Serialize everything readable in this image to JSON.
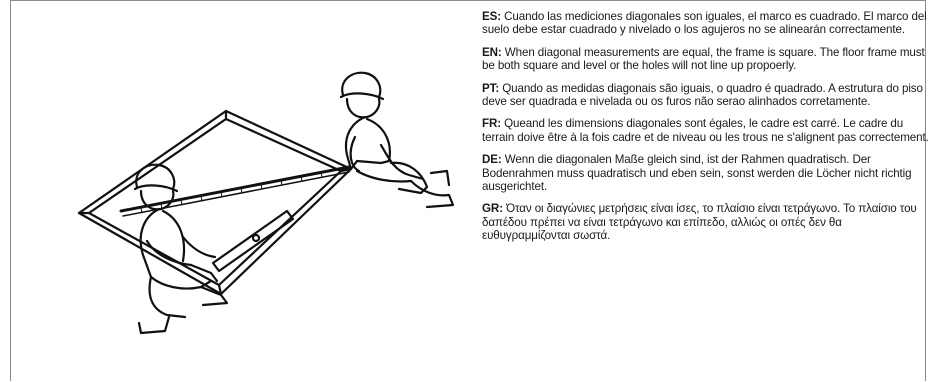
{
  "instructions": [
    {
      "code": "ES:",
      "text": "Cuando las mediciones diagonales son iguales, el marco es cuadrado. El marco del suelo debe estar cuadrado y nivelado o los agujeros no se alinearán correctamente."
    },
    {
      "code": "EN:",
      "text": "When diagonal measurements are equal, the frame is square. The floor frame must be both square and level or the holes will not line up propoerly."
    },
    {
      "code": "PT:",
      "text": "Quando as medidas diagonais são iguais, o quadro é quadrado. A estrutura do piso deve ser quadrada e nivelada ou os furos não serao alinhados corretamente."
    },
    {
      "code": "FR:",
      "text": "Queand les dimensions diagonales sont égales, le cadre est carré. Le cadre du terrain doive être à la fois cadre et de niveau ou les trous ne s'alignent pas correctement."
    },
    {
      "code": "DE:",
      "text": "Wenn die diagonalen Maße gleich sind, ist der Rahmen quadratisch. Der Bodenrahmen muss quadratisch und eben sein, sonst werden die Löcher nicht richtig ausgerichtet."
    },
    {
      "code": "GR:",
      "text": "Όταν οι διαγώνιες μετρήσεις είναι ίσες, το πλαίσιο είναι τετράγωνο. Το πλαίσιο του δαπέδου πρέπει να είναι τετράγωνο και επίπεδο, αλλιώς οι οπές δεν θα ευθυγραμμίζονται σωστά."
    }
  ],
  "colors": {
    "text": "#1a1a1a",
    "border": "#8a8a8a",
    "line_art": "#111111"
  },
  "icons": {
    "illustration": "two-workers-measuring-frame-diagonal-icon"
  }
}
